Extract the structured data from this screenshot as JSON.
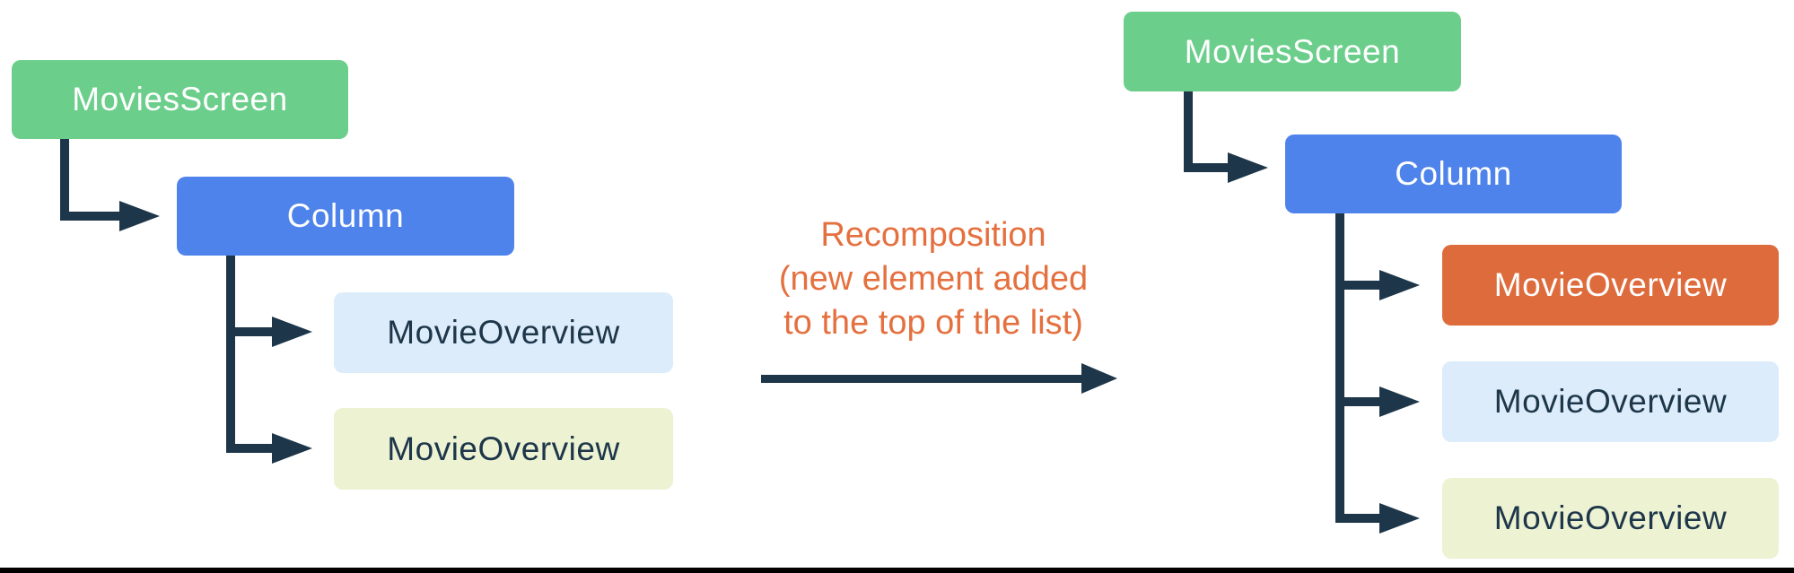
{
  "diagram": {
    "left_tree": {
      "root": "MoviesScreen",
      "column": "Column",
      "children": [
        "MovieOverview",
        "MovieOverview"
      ]
    },
    "right_tree": {
      "root": "MoviesScreen",
      "column": "Column",
      "children": [
        "MovieOverview",
        "MovieOverview",
        "MovieOverview"
      ]
    },
    "caption": {
      "line1": "Recomposition",
      "line2": "(new element added",
      "line3": "to the top of the list)"
    },
    "colors": {
      "root_green": "#6BCE8B",
      "column_blue": "#4E83EB",
      "item_light_blue": "#DCECFA",
      "item_light_yellow": "#EDF2D3",
      "item_new_orange": "#DE6B3C",
      "caption_orange": "#E5703F",
      "connector_navy": "#1D3649",
      "bottom_bar_black": "#000000"
    }
  }
}
